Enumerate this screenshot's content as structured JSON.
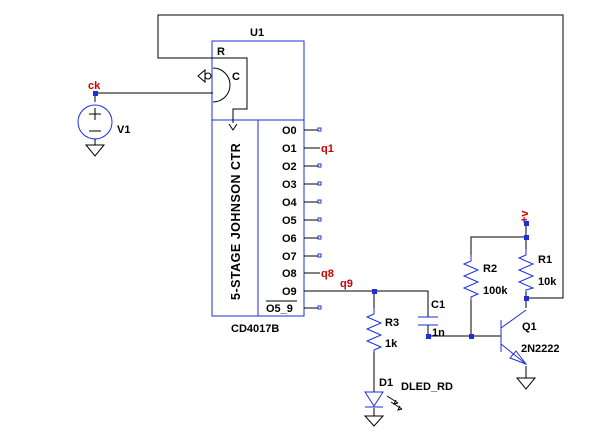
{
  "colors": {
    "wire": "#000000",
    "component": "#1e2fd8",
    "net_label": "#cc0000"
  },
  "chip": {
    "ref": "U1",
    "part": "CD4017B",
    "title": "5-STAGE JOHNSON CTR",
    "pin_reset": "R",
    "pin_clock": "C",
    "outputs": [
      "O0",
      "O1",
      "O2",
      "O3",
      "O4",
      "O5",
      "O6",
      "O7",
      "O8",
      "O9"
    ],
    "carry_out": "O5_9"
  },
  "nets": {
    "clock": "ck",
    "q1": "q1",
    "q8": "q8",
    "q9": "q9",
    "supply": "+v"
  },
  "source": {
    "ref": "V1"
  },
  "capacitor": {
    "ref": "C1",
    "value": "1n"
  },
  "resistors": [
    {
      "ref": "R1",
      "value": "10k"
    },
    {
      "ref": "R2",
      "value": "100k"
    },
    {
      "ref": "R3",
      "value": "1k"
    }
  ],
  "transistor": {
    "ref": "Q1",
    "part": "2N2222"
  },
  "led": {
    "ref": "D1",
    "part": "DLED_RD"
  }
}
